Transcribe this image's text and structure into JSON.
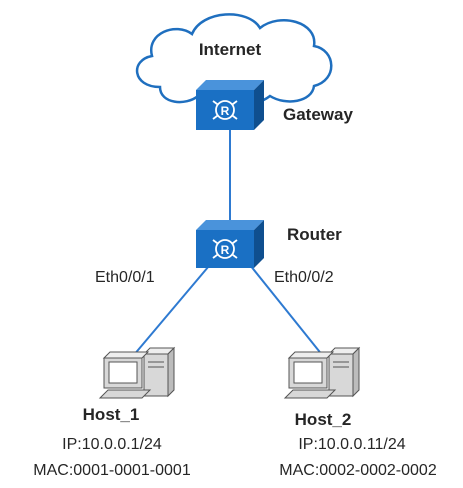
{
  "nodes": {
    "internet": {
      "label": "Internet"
    },
    "gateway": {
      "label": "Gateway",
      "icon": "router-icon",
      "glyph": "R"
    },
    "router": {
      "label": "Router",
      "icon": "router-icon",
      "glyph": "R"
    },
    "host_1": {
      "label": "Host_1",
      "ip": "IP:10.0.0.1/24",
      "mac": "MAC:0001-0001-0001",
      "icon": "pc-icon"
    },
    "host_2": {
      "label": "Host_2",
      "ip": "IP:10.0.0.11/24",
      "mac": "MAC:0002-0002-0002",
      "icon": "pc-icon"
    }
  },
  "links": {
    "router_host1": {
      "interface": "Eth0/0/1"
    },
    "router_host2": {
      "interface": "Eth0/0/2"
    }
  },
  "colors": {
    "link": "#2e7ad1",
    "router_fill": "#1a70c4",
    "router_dark": "#0f4f8f",
    "text": "#262626",
    "pc_body": "#d8d8d8",
    "pc_outline": "#555555"
  }
}
